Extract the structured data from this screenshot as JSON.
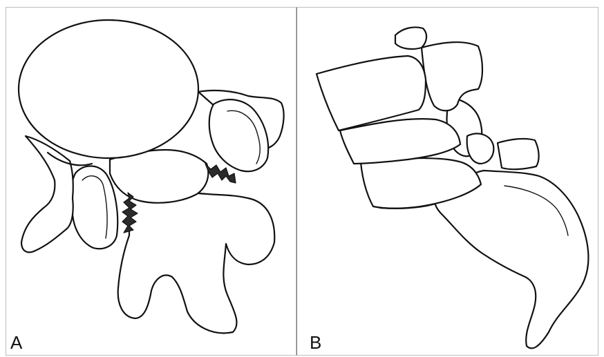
{
  "figure": {
    "panels": [
      {
        "id": "A",
        "label": "A"
      },
      {
        "id": "B",
        "label": "B"
      }
    ]
  }
}
